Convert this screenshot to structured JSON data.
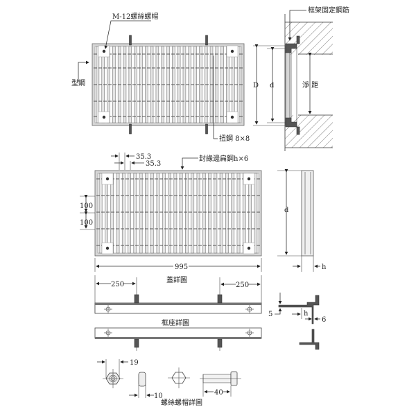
{
  "plan_view": {
    "bolt_label": "M-12螺絲螺帽",
    "section_steel_label": "型鋼",
    "twisted_steel_label": "扭鋼 8×8"
  },
  "section_view": {
    "anchor_label": "框架固定鋼筋",
    "dim_D": "D",
    "dim_d": "d",
    "clear_span_label": "淨 距"
  },
  "grate_detail": {
    "pitch_1": "35.3",
    "pitch_2": "35.3",
    "edge_bar_label": "封緣邊扁鋼h×6",
    "spacing_1": "100",
    "spacing_2": "100",
    "width": "995",
    "side_dim_d": "d",
    "side_dim_h": "h"
  },
  "cover_detail": {
    "title": "蓋詳圖",
    "offset_left": "250",
    "offset_right": "250"
  },
  "frame_detail": {
    "title": "框座詳圖"
  },
  "angle_detail": {
    "dim_5": "5",
    "dim_h": "h",
    "dim_6": "6"
  },
  "bolt_detail": {
    "title": "螺絲螺帽詳圖",
    "nut_width": "19",
    "nut_thickness": "10",
    "bolt_length": "40"
  }
}
